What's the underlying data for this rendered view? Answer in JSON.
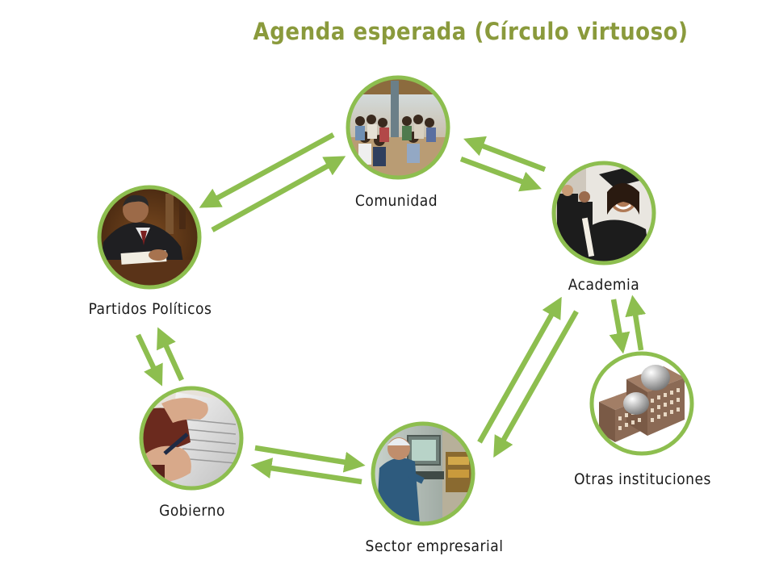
{
  "title": "Agenda esperada (Círculo virtuoso)",
  "colors": {
    "title": "#8a9a3c",
    "arrow": "#8dbe4f",
    "ring": "#8dbe4f"
  },
  "nodes": {
    "comunidad": {
      "label": "Comunidad"
    },
    "academia": {
      "label": "Academia"
    },
    "partidos": {
      "label": "Partidos Políticos"
    },
    "gobierno": {
      "label": "Gobierno"
    },
    "sector": {
      "label": "Sector empresarial"
    },
    "otras": {
      "label": "Otras instituciones"
    }
  }
}
